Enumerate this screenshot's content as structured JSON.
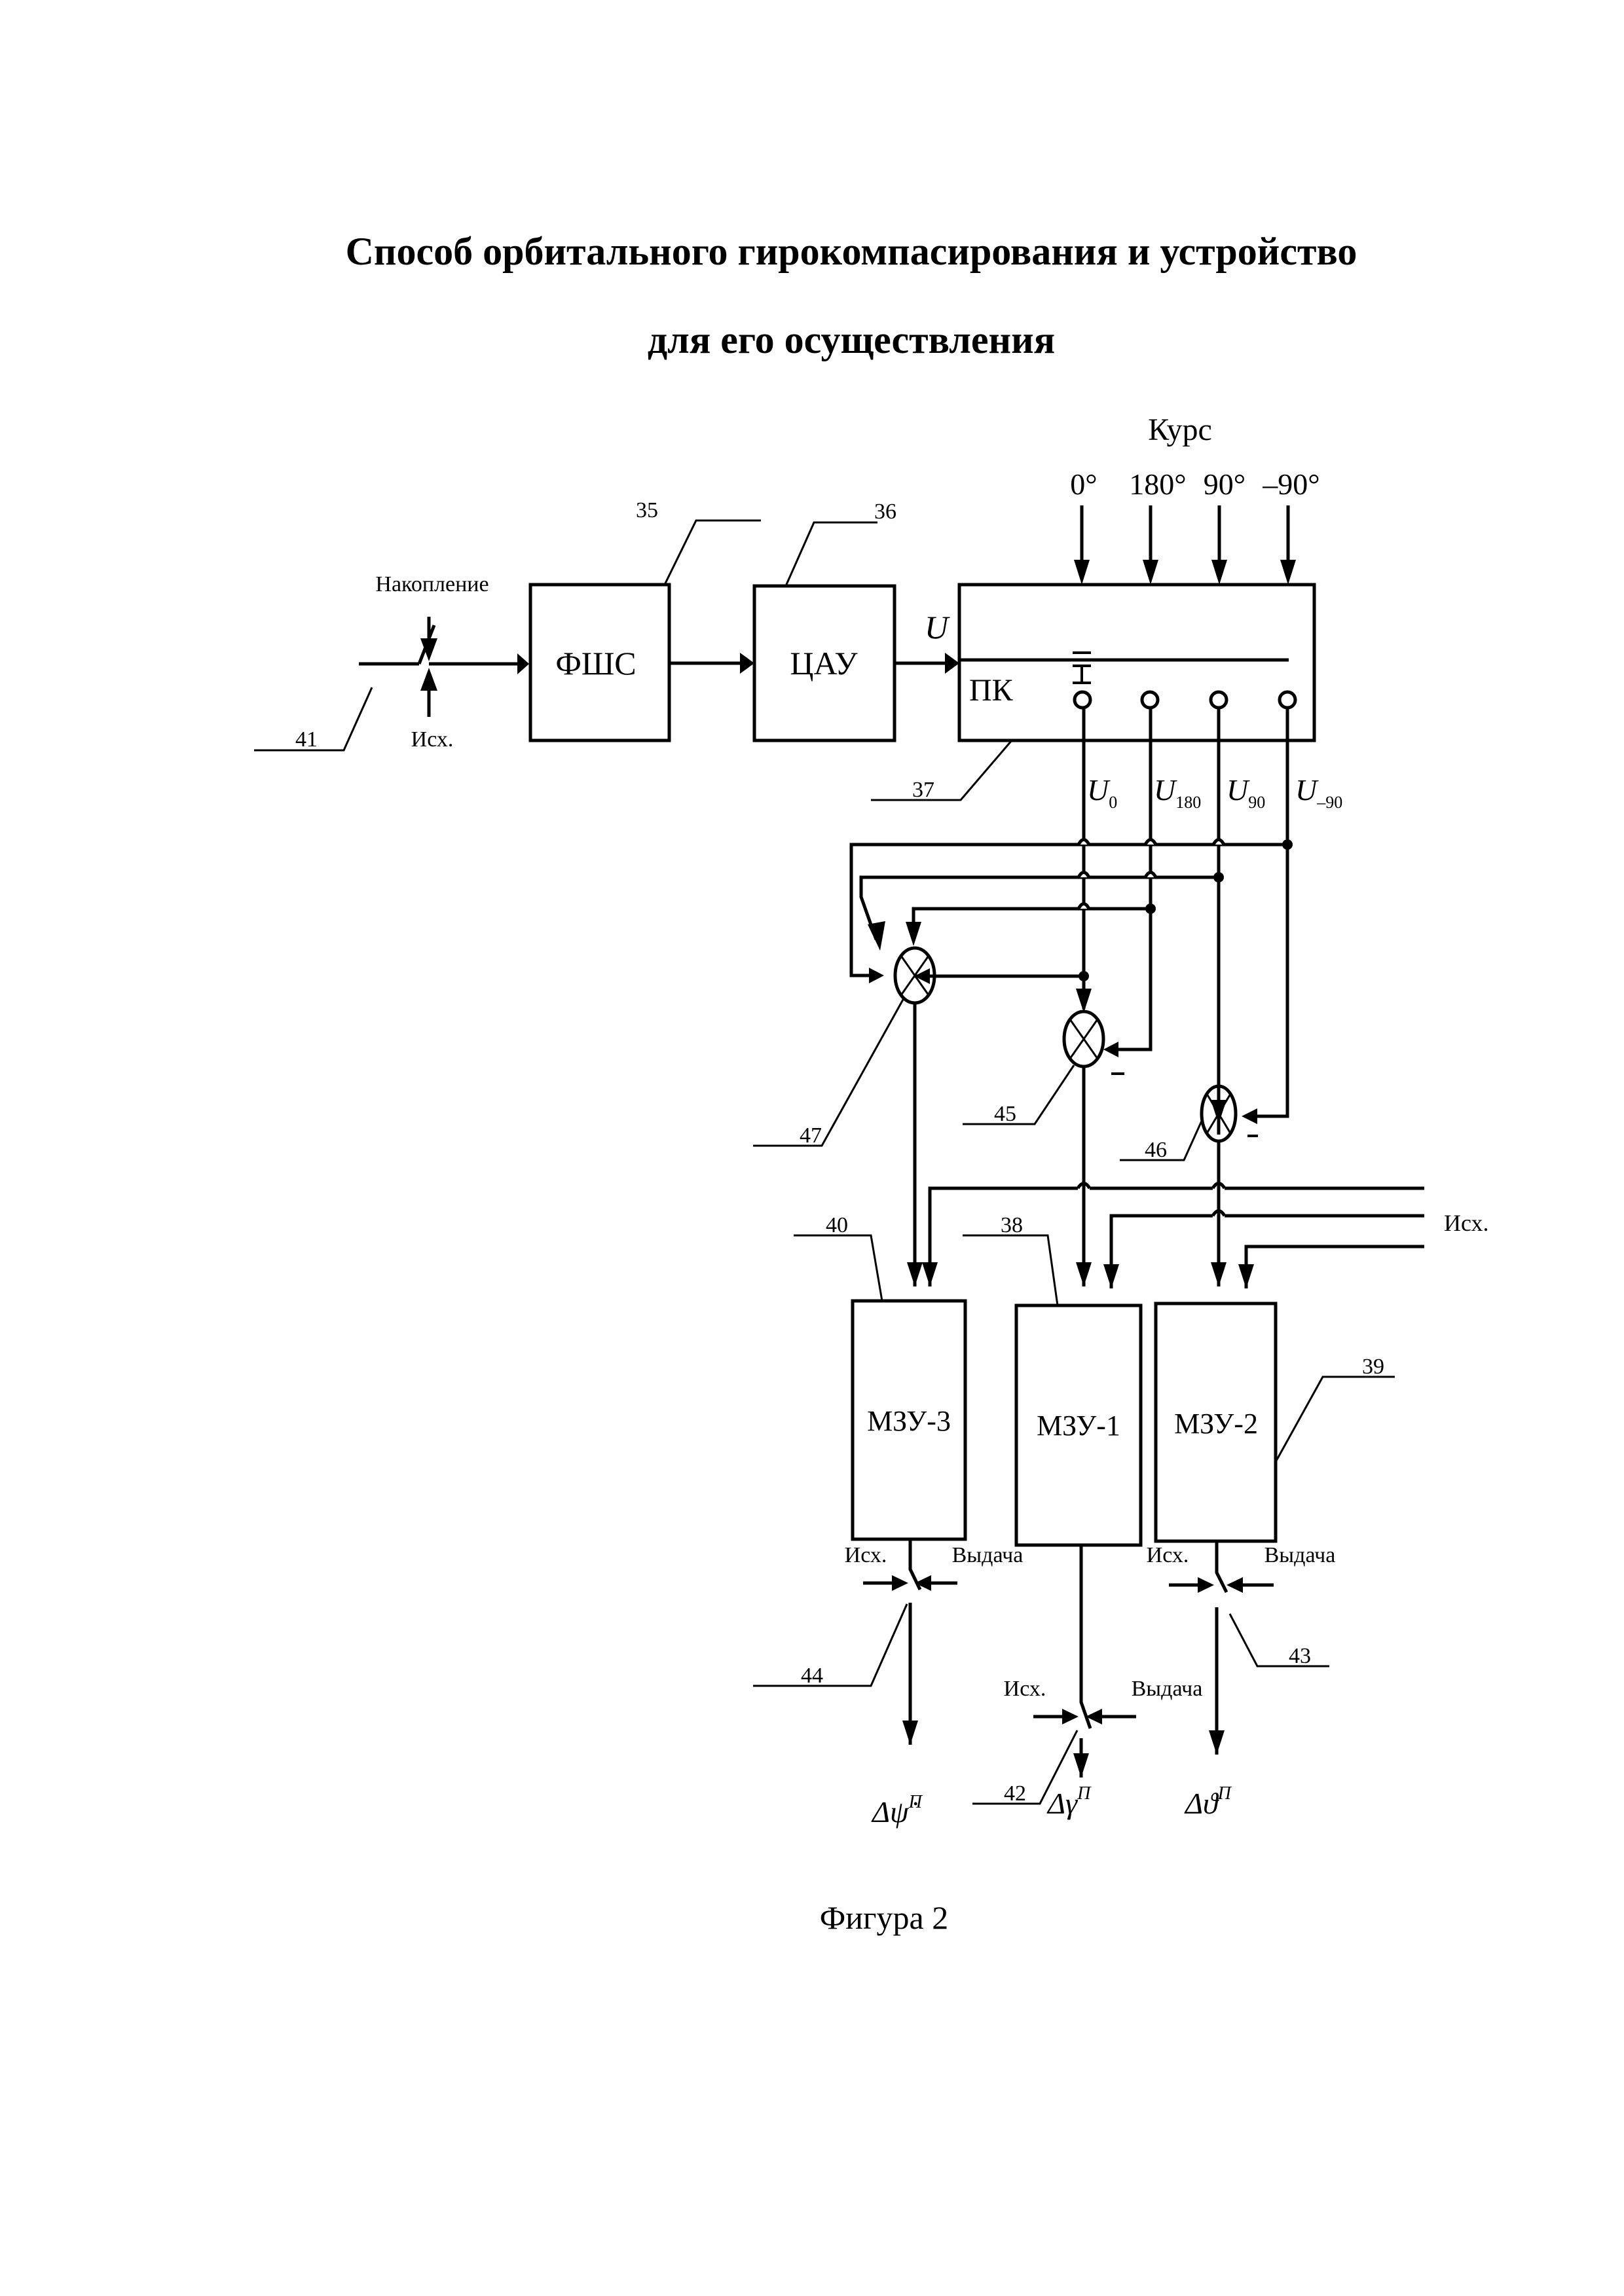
{
  "title": {
    "line1": "Способ орбитального гирокомпасирования и устройство",
    "line2": "для его осуществления"
  },
  "figure_caption": "Фигура 2",
  "blocks": {
    "fsh": {
      "label": "ФШС",
      "ref": "35"
    },
    "cau": {
      "label": "ЦАУ",
      "ref": "36"
    },
    "pk": {
      "label": "ПК",
      "ref": "37"
    },
    "mzu1": {
      "label": "МЗУ-1",
      "ref": "38"
    },
    "mzu2": {
      "label": "МЗУ-2",
      "ref": "39"
    },
    "mzu3": {
      "label": "МЗУ-3",
      "ref": "40"
    }
  },
  "summers": {
    "s45": {
      "ref": "45",
      "minus": "–"
    },
    "s46": {
      "ref": "46",
      "minus": "–"
    },
    "s47": {
      "ref": "47"
    }
  },
  "switches": {
    "sw41": {
      "ref": "41",
      "top": "Накопление",
      "bottom": "Исх."
    },
    "sw42": {
      "ref": "42",
      "left": "Исх.",
      "right": "Выдача"
    },
    "sw43": {
      "ref": "43",
      "left": "Исх.",
      "right": "Выдача"
    },
    "sw44": {
      "ref": "44",
      "left": "Исх.",
      "right": "Выдача"
    }
  },
  "course": {
    "label": "Курс",
    "angles": [
      "0°",
      "180°",
      "90°",
      "–90°"
    ]
  },
  "signals": {
    "u": "U",
    "u0": {
      "main": "U",
      "sub": "0"
    },
    "u180": {
      "main": "U",
      "sub": "180"
    },
    "u90": {
      "main": "U",
      "sub": "90"
    },
    "um90": {
      "main": "U",
      "sub": "–90"
    },
    "reset_bus": "Исх."
  },
  "outputs": {
    "psi": {
      "main": "Δψ̇",
      "sup": "П"
    },
    "gamma": {
      "main": "Δγ",
      "sup": "П"
    },
    "theta": {
      "main": "Δϑ",
      "sup": "П"
    }
  }
}
